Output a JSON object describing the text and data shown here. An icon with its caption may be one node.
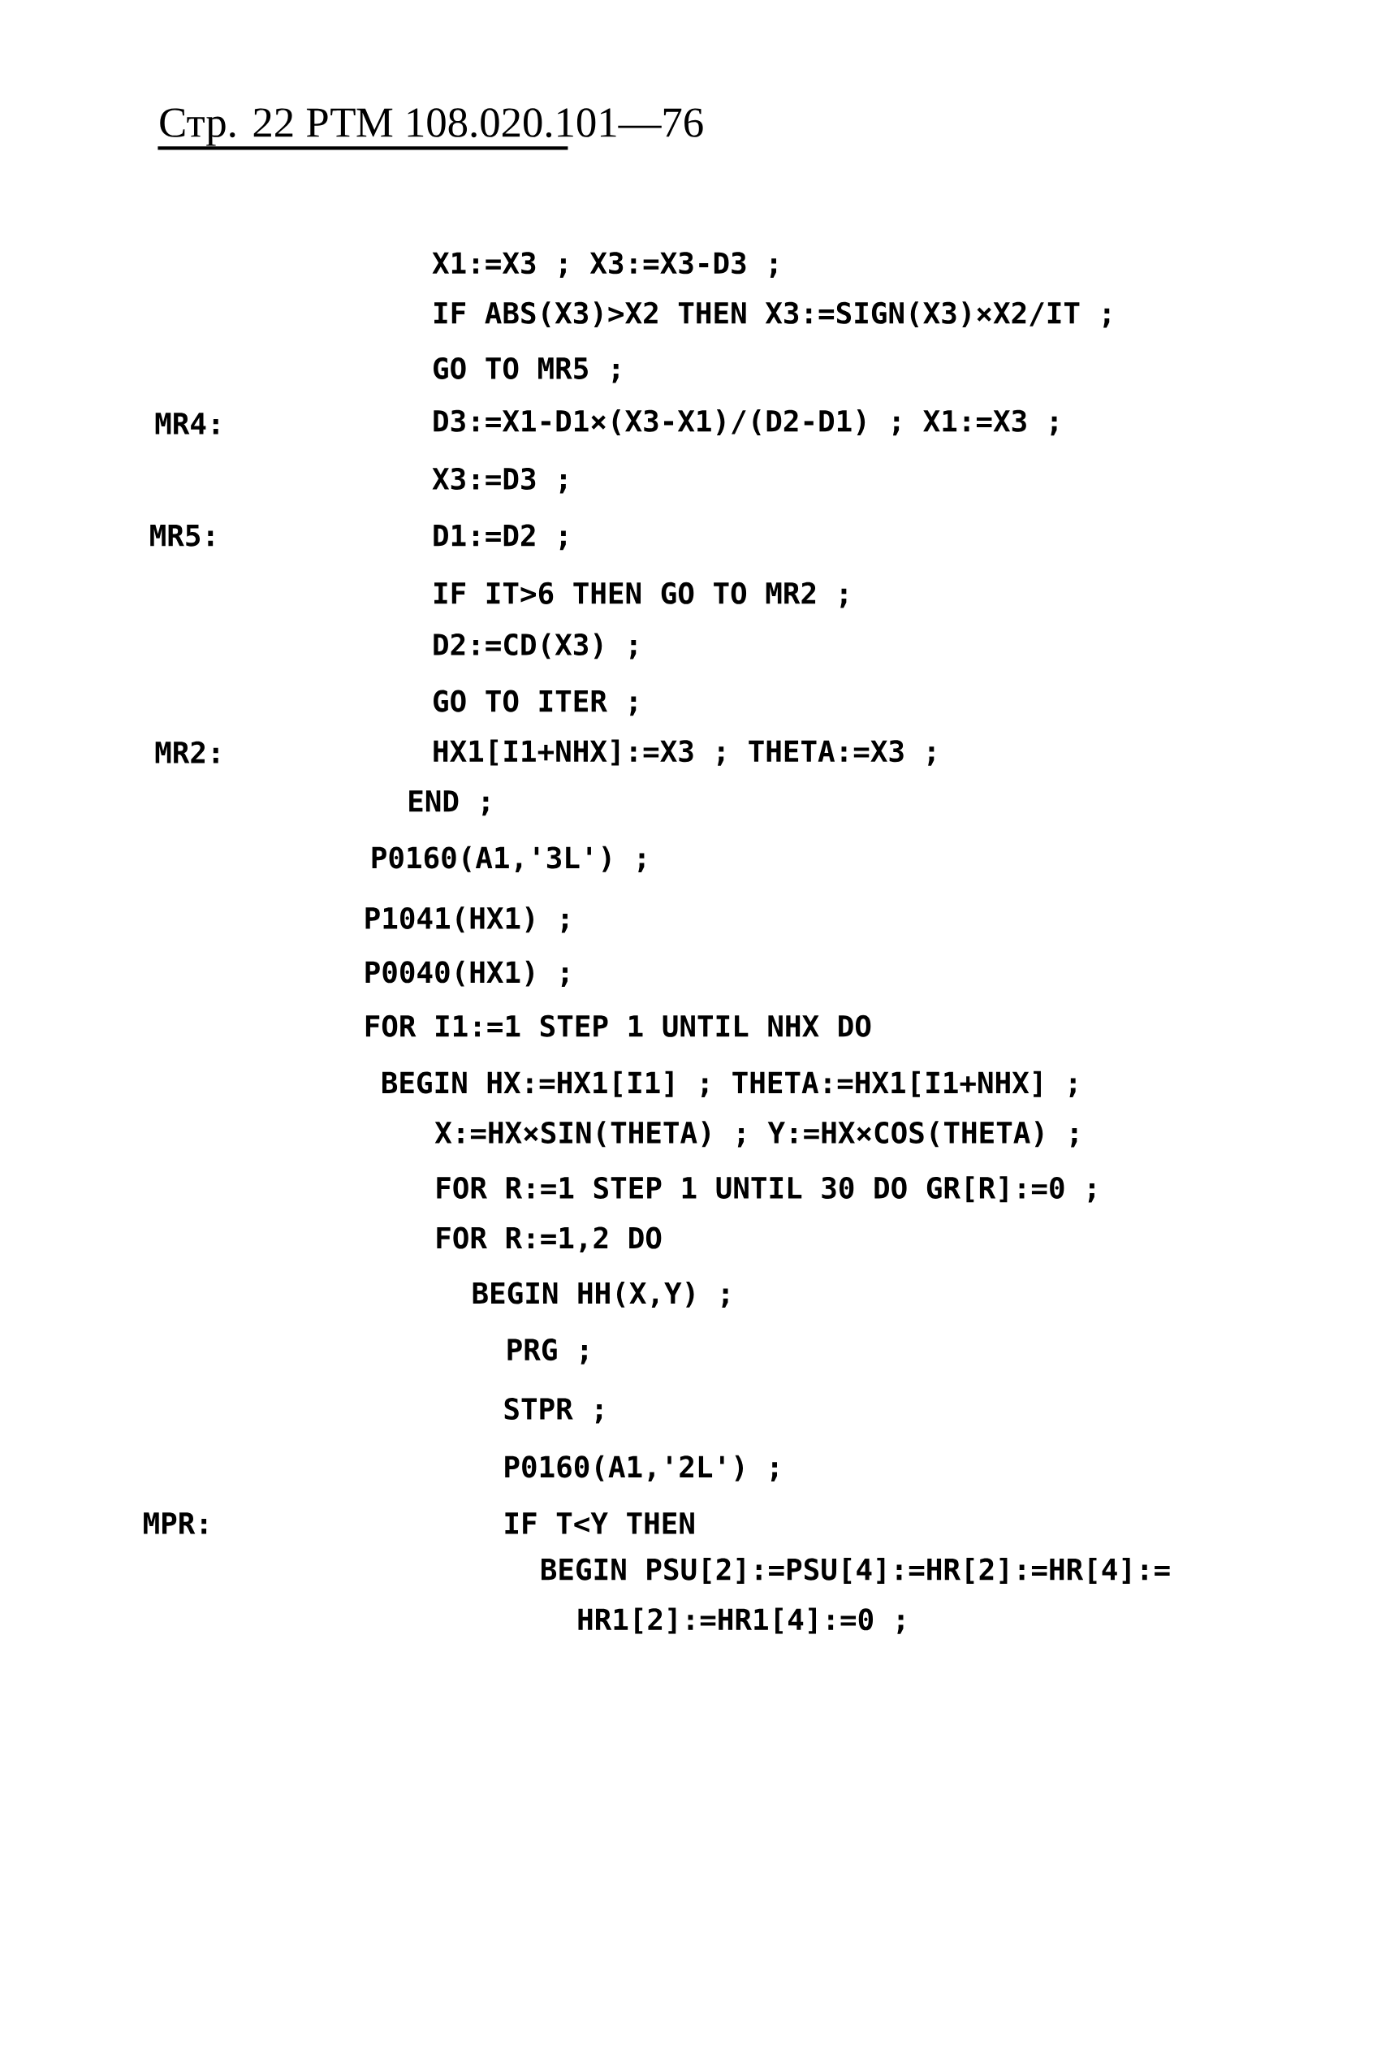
{
  "diagram": {
    "labels": [
      "Стр. 22 РТМ 108.020.101—76",
      "X1:=X3 ; X3:=X3-D3 ;",
      "IF ABS(X3)>X2 THEN X3:=SIGN(X3)×X2/IT ;",
      "GO TO MR5 ;",
      "MR4:",
      "D3:=X1-D1×(X3-X1)/(D2-D1) ; X1:=X3 ;",
      "X3:=D3 ;",
      "MR5:",
      "D1:=D2 ;",
      "IF IT>6 THEN GO TO MR2 ;",
      "D2:=CD(X3) ;",
      "GO TO ITER ;",
      "MR2:",
      "HX1[I1+NHX]:=X3 ; THETA:=X3 ;",
      "END ;",
      "P0160(A1,'3L') ;",
      "P1041(HX1) ;",
      "P0040(HX1) ;",
      "FOR I1:=1 STEP 1 UNTIL NHX DO",
      "BEGIN HX:=HX1[I1] ; THETA:=HX1[I1+NHX] ;",
      "X:=HX×SIN(THETA) ; Y:=HX×COS(THETA) ;",
      "FOR R:=1 STEP 1 UNTIL 30 DO GR[R]:=0 ;",
      "FOR R:=1,2 DO",
      "BEGIN HH(X,Y) ;",
      "PRG ;",
      "STPR ;",
      "P0160(A1,'2L') ;",
      "MPR:",
      "IF T<Y THEN",
      "BEGIN PSU[2]:=PSU[4]:=HR[2]:=HR[4]:=",
      "HR1[2]:=HR1[4]:=0 ;"
    ]
  }
}
